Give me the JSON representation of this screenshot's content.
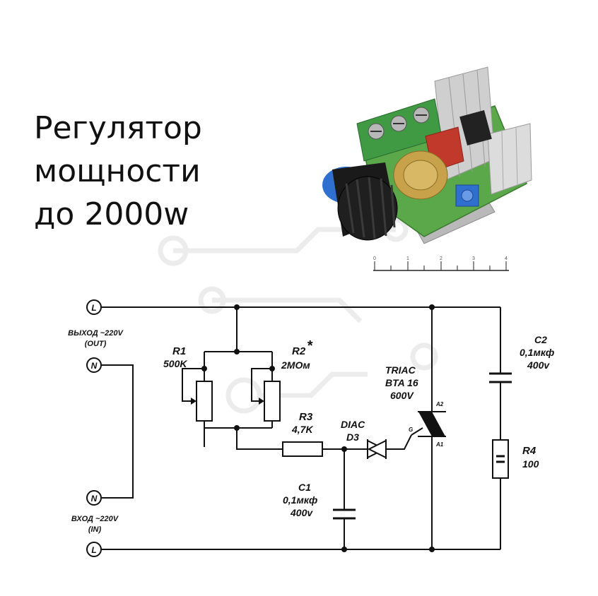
{
  "title": {
    "line1": "Регулятор",
    "line2": "мощности",
    "line3": "до 2000w"
  },
  "ruler": {
    "ticks": [
      "0",
      "1",
      "2",
      "3",
      "4"
    ]
  },
  "terminals": {
    "l_top": "L",
    "n_out": "N",
    "n_in": "N",
    "l_bottom": "L"
  },
  "labels": {
    "out_line1": "ВЫХОД ~220V",
    "out_line2": "(OUT)",
    "in_line1": "ВХОД ~220V",
    "in_line2": "(IN)"
  },
  "components": {
    "r1": {
      "name": "R1",
      "value": "500K"
    },
    "r2": {
      "name": "R2",
      "star": "*",
      "value": "2MOм"
    },
    "r3": {
      "name": "R3",
      "value": "4,7K"
    },
    "diac": {
      "name": "DIAC",
      "ref": "D3"
    },
    "triac": {
      "name": "TRIAC",
      "part": "BTA 16",
      "voltage": "600V",
      "pin_a2": "A2",
      "pin_a1": "A1",
      "pin_g": "G"
    },
    "c1": {
      "name": "C1",
      "value": "0,1мкф",
      "voltage": "400v"
    },
    "c2": {
      "name": "C2",
      "value": "0,1мкф",
      "voltage": "400v"
    },
    "r4": {
      "name": "R4",
      "value": "100"
    }
  },
  "colors": {
    "wire": "#111111",
    "pcb_green": "#5aa84a",
    "terminal_green": "#3f9a43",
    "knob": "#1a1a1a",
    "knob_ring": "#2f6fd0",
    "heatsink": "#c9c9c9",
    "capacitor_red": "#c0392b",
    "trimmer_blue": "#2f6fd0",
    "pot_gold": "#c8a24a"
  }
}
